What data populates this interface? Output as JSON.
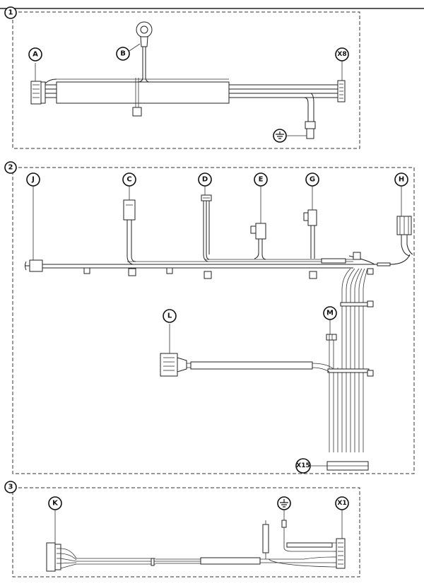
{
  "sections": [
    {
      "number": "1"
    },
    {
      "number": "2"
    },
    {
      "number": "3"
    }
  ],
  "callouts": {
    "A": "A",
    "B": "B",
    "X8": "X8",
    "J": "J",
    "C": "C",
    "D": "D",
    "E": "E",
    "G": "G",
    "H": "H",
    "L": "L",
    "M": "M",
    "X15": "X15",
    "K": "K",
    "X1": "X1"
  },
  "symbols": {
    "ground": "ground-icon"
  }
}
